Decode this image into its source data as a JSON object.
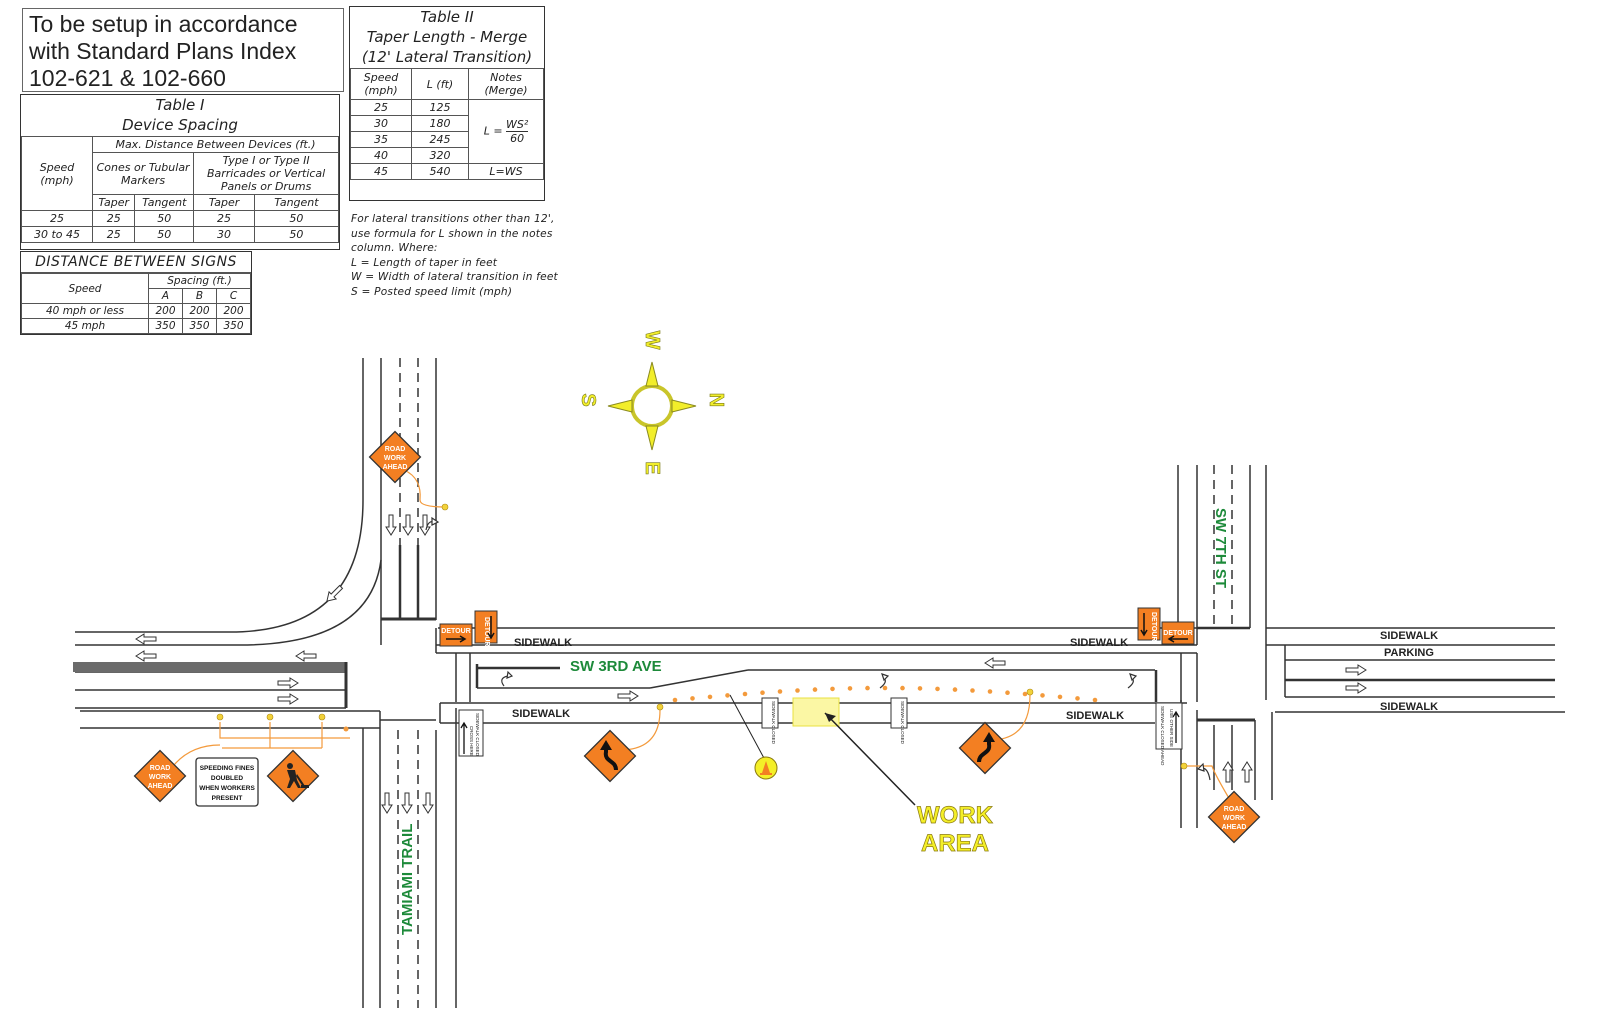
{
  "note": {
    "line1": "To be setup in accordance",
    "line2": "with Standard Plans Index",
    "line3": "102-621 & 102-660"
  },
  "table1": {
    "title1": "Table I",
    "title2": "Device Spacing",
    "max_dist": "Max. Distance Between Devices (ft.)",
    "speed_col": "Speed (mph)",
    "cones": "Cones or Tubular Markers",
    "barricades": "Type I or Type II Barricades or Vertical Panels or Drums",
    "taper": "Taper",
    "tangent": "Tangent",
    "rows": [
      [
        "25",
        "25",
        "50",
        "25",
        "50"
      ],
      [
        "30 to 45",
        "25",
        "50",
        "30",
        "50"
      ]
    ]
  },
  "signs_table": {
    "title": "DISTANCE BETWEEN SIGNS",
    "speed": "Speed",
    "spacing": "Spacing (ft.)",
    "a": "A",
    "b": "B",
    "c": "C",
    "rows": [
      [
        "40 mph or less",
        "200",
        "200",
        "200"
      ],
      [
        "45 mph",
        "350",
        "350",
        "350"
      ]
    ]
  },
  "table2": {
    "title1": "Table II",
    "title2": "Taper Length - Merge",
    "title3": "(12' Lateral Transition)",
    "speed": "Speed (mph)",
    "l": "L (ft)",
    "notes": "Notes (Merge)",
    "rows": [
      [
        "25",
        "125"
      ],
      [
        "30",
        "180"
      ],
      [
        "35",
        "245"
      ],
      [
        "40",
        "320"
      ],
      [
        "45",
        "540"
      ]
    ],
    "formula_l": "L =",
    "formula_num": "WS²",
    "formula_den": "60",
    "lws": "L=WS",
    "footnote": [
      "For lateral transitions other than 12',",
      "use formula for L shown in the notes",
      "column. Where:",
      "L  = Length of taper in feet",
      "W = Width of lateral transition in feet",
      "S = Posted speed limit (mph)"
    ]
  },
  "compass": {
    "n": "N",
    "s": "S",
    "e": "E",
    "w": "W"
  },
  "streets": {
    "sw3rd": "SW 3RD AVE",
    "sw7th": "SW 7TH ST",
    "tamiami": "TAMIAMI TRAIL",
    "sidewalk": "SIDEWALK",
    "parking": "PARKING"
  },
  "signs": {
    "road_work_ahead": [
      "ROAD",
      "WORK",
      "AHEAD"
    ],
    "speeding": [
      "SPEEDING FINES",
      "DOUBLED",
      "WHEN WORKERS",
      "PRESENT"
    ],
    "detour": "DETOUR",
    "sidewalk_closed": "SIDEWALK CLOSED",
    "sidewalk_closed_ahead": "SIDEWALK CLOSED AHEAD",
    "cross_here": "CROSS HERE",
    "use_other_side": "USE OTHER SIDE"
  },
  "work_area": [
    "WORK",
    "AREA"
  ],
  "colors": {
    "sign_orange": "#f37f22",
    "cone_orange": "#f39a3c",
    "street_green": "#1d8a3a",
    "compass_yellow": "#f2ee2a",
    "work_area_yellow": "#f4ef28",
    "work_area_fill": "#fbf7a4"
  }
}
